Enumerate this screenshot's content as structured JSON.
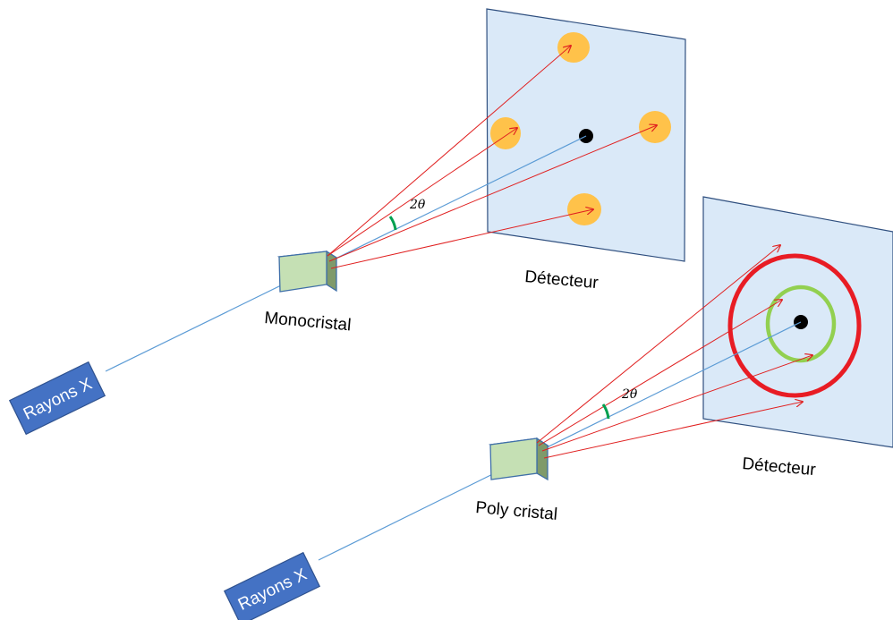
{
  "top_setup": {
    "source_label": "Rayons X",
    "crystal_label": "Monocristal",
    "detector_label": "Détecteur",
    "angle_label": "2θ"
  },
  "bottom_setup": {
    "source_label": "Rayons X",
    "crystal_label": "Poly cristal",
    "detector_label": "Détecteur",
    "angle_label": "2θ"
  },
  "colors": {
    "source_box": "#4472c4",
    "crystal": "#c5e0b4",
    "detector": "#dae9f8",
    "incident_beam": "#5b9bd5",
    "diffracted_beam": "#e02020",
    "spot": "#ffc24a",
    "ring_outer": "#e81c24",
    "ring_inner": "#92d050",
    "angle_arc": "#00a050"
  }
}
